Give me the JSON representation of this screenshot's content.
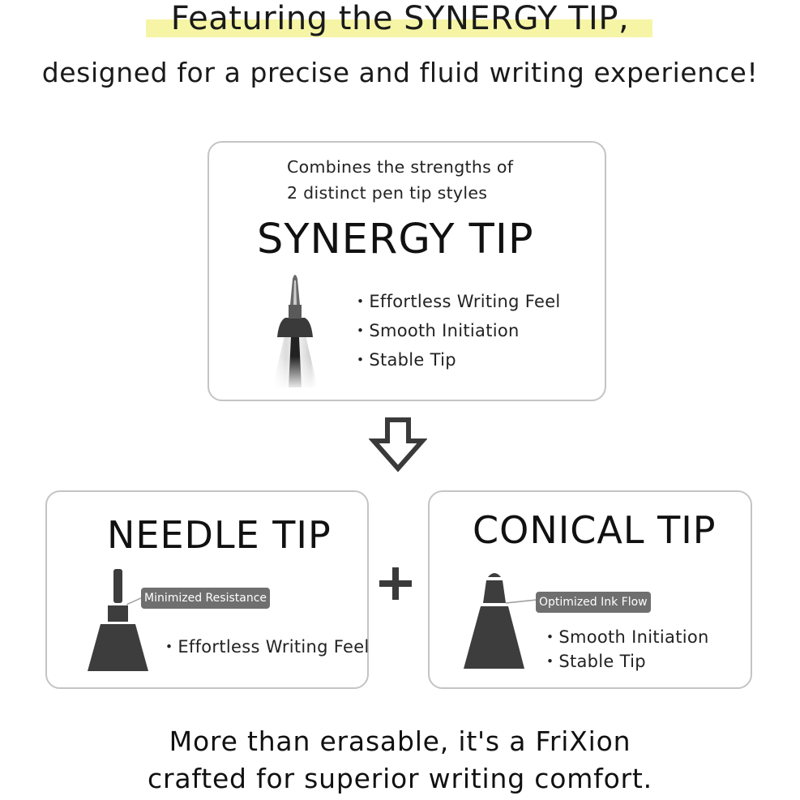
{
  "header": {
    "headline": "Featuring the SYNERGY TIP,",
    "subline": "designed for a precise and fluid writing experience!"
  },
  "synergy_box": {
    "intro_line1": "Combines the strengths of",
    "intro_line2": "2 distinct pen tip styles",
    "title": "SYNERGY TIP",
    "bullets": [
      "Effortless Writing Feel",
      "Smooth Initiation",
      "Stable Tip"
    ],
    "icon": "synergy-pen-tip"
  },
  "arrow_icon": "down-arrow",
  "needle_box": {
    "title": "NEEDLE TIP",
    "tag": "Minimized Resistance",
    "bullets": [
      "Effortless Writing Feel"
    ],
    "icon": "needle-tip"
  },
  "plus_icon": "plus",
  "conical_box": {
    "title": "CONICAL TIP",
    "tag": "Optimized Ink Flow",
    "bullets": [
      "Smooth Initiation",
      "Stable Tip"
    ],
    "icon": "conical-tip"
  },
  "footer": {
    "line1": "More than erasable, it's a FriXion",
    "line2": "crafted for superior writing comfort."
  },
  "colors": {
    "highlight": "#f6f5a6",
    "border": "#c4c4c4",
    "tag_bg": "#6f6f6f",
    "tip_fill": "#3d3d3d"
  }
}
